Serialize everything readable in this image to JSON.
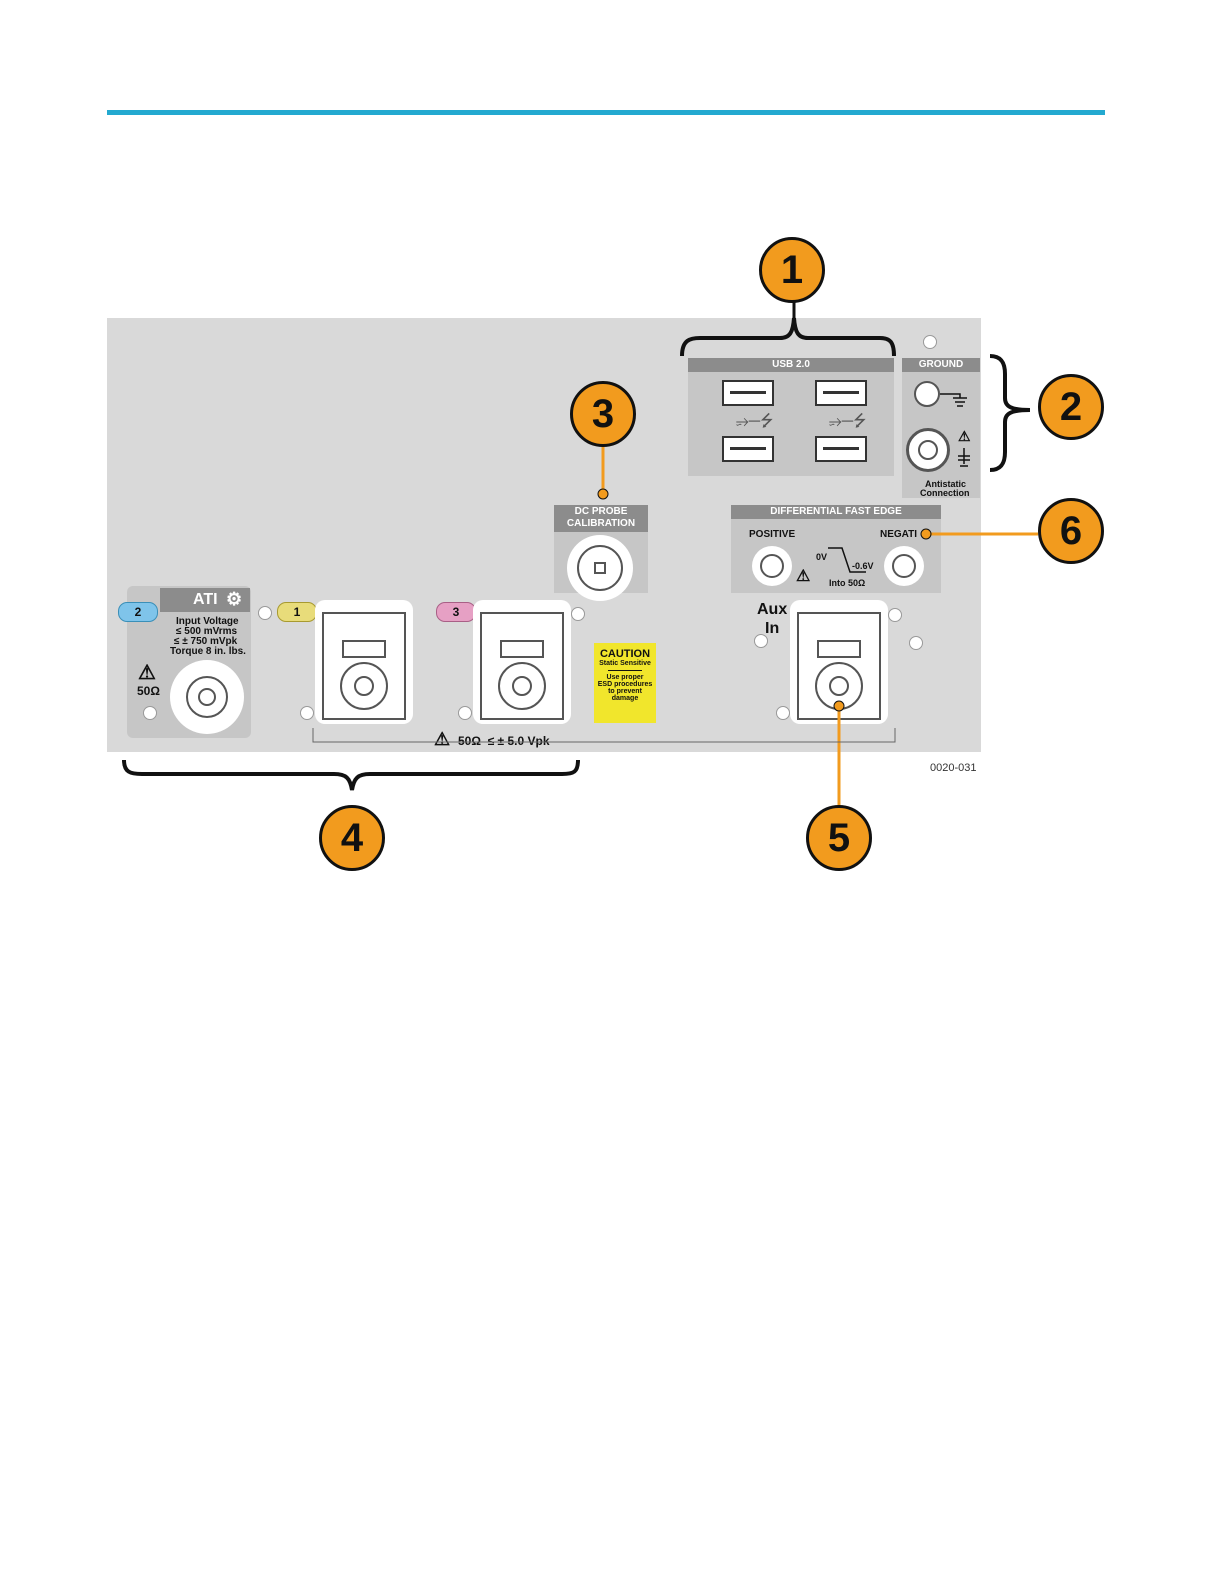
{
  "callouts": [
    "1",
    "2",
    "3",
    "4",
    "5",
    "6"
  ],
  "panel": {
    "usb_header": "USB 2.0",
    "ground_header": "GROUND",
    "antistatic_line1": "Antistatic",
    "antistatic_line2": "Connection",
    "dc_probe_line1": "DC PROBE",
    "dc_probe_line2": "CALIBRATION",
    "diff_header": "DIFFERENTIAL FAST EDGE",
    "positive": "POSITIVE",
    "negative": "NEGATI",
    "zero_v": "0V",
    "neg_v": "-0.6V",
    "into_ohm": "Into 50Ω",
    "aux_line1": "Aux",
    "aux_line2": "In",
    "ati_title": "ATI",
    "ati_line1": "Input Voltage",
    "ati_line2": "≤ 500 mVrms",
    "ati_line3": "≤ ± 750 mVpk",
    "ati_line4": "Torque 8 in. lbs.",
    "ati_ohm": "50Ω",
    "ch2": "2",
    "ch1": "1",
    "ch3": "3",
    "caution_title": "CAUTION",
    "caution_sub": "Static Sensitive",
    "caution_line1": "Use proper",
    "caution_line2": "ESD procedures",
    "caution_line3": "to prevent",
    "caution_line4": "damage",
    "bottom_rating": "50Ω  ≤ ± 5.0 Vpk"
  },
  "figure_id": "0020-031",
  "colors": {
    "rule": "#23a9d0",
    "callout": "#f29b1e",
    "panel": "#d9d9d9",
    "ch1": "#e8dc7a",
    "ch2": "#7fc4ea",
    "ch3": "#e6a0c4",
    "caution": "#f1e62c"
  }
}
